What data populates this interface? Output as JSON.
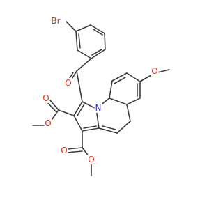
{
  "molecule": {
    "colors": {
      "bond": "#3a3a3a",
      "O": "#e0301e",
      "N": "#2b2bd6",
      "Br": "#a5462a"
    },
    "atoms": {
      "br": {
        "symbol": "Br",
        "element": "Br"
      },
      "o_ketone": {
        "symbol": "O",
        "element": "O"
      },
      "n_ring": {
        "symbol": "N",
        "element": "N"
      },
      "o_methoxy": {
        "symbol": "O",
        "element": "O"
      },
      "o_ester1_carbonyl": {
        "symbol": "O",
        "element": "O"
      },
      "o_ester1_ether": {
        "symbol": "O",
        "element": "O"
      },
      "o_ester2_carbonyl": {
        "symbol": "O",
        "element": "O"
      },
      "o_ester2_ether": {
        "symbol": "O",
        "element": "O"
      }
    }
  }
}
